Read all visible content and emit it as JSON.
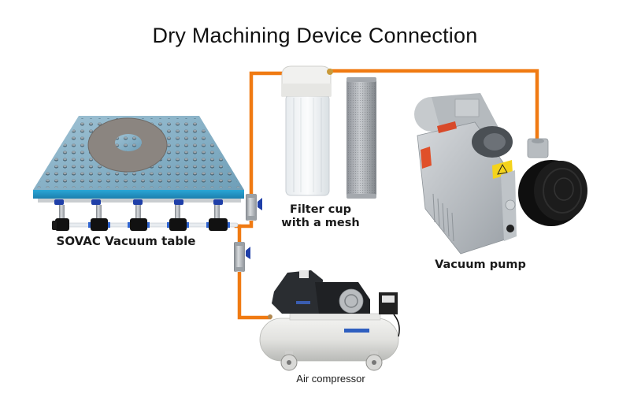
{
  "diagram": {
    "title": "Dry Machining Device Connection",
    "pipe_color": "#f07a12",
    "components": {
      "vacuum_table": {
        "label": "SOVAC Vacuum table",
        "valve_count": 5
      },
      "filter": {
        "label_line1": "Filter cup",
        "label_line2": "with a mesh"
      },
      "vacuum_pump": {
        "label": "Vacuum pump"
      },
      "air_compressor": {
        "label": "Air compressor"
      }
    }
  }
}
